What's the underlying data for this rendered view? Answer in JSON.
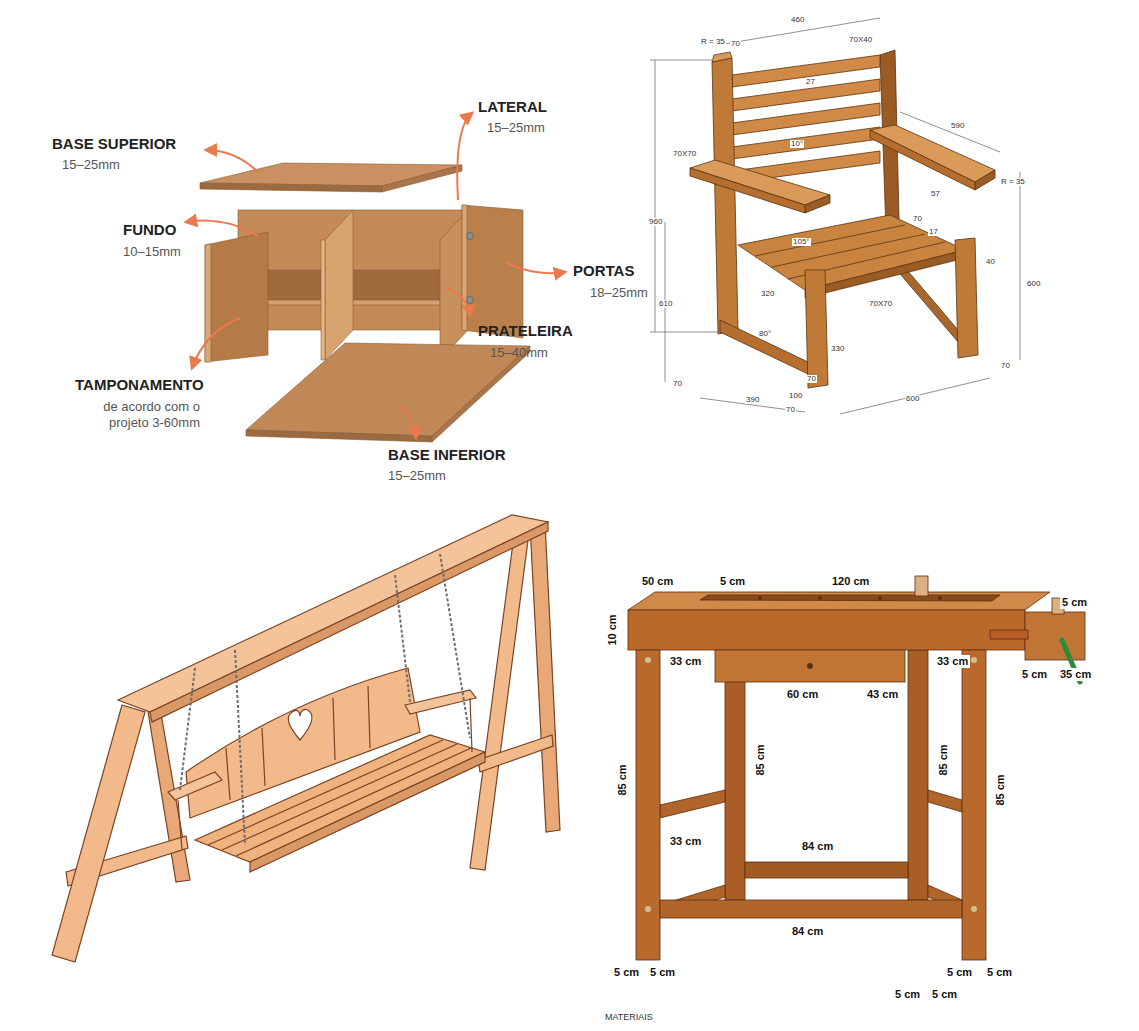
{
  "diagram": {
    "labels": [
      "BASE SUPERIOR",
      "15–25mm",
      "LATERAL",
      "15–25mm",
      "FUNDO",
      "10–15mm",
      "PORTAS",
      "18–25mm",
      "PRATELEIRA",
      "15–40mm",
      "TAMPONAMENTO",
      "de acordo com o projeto 3-60mm",
      "BASE INFERIOR",
      "15–25mm",
      "R = 35",
      "70",
      "460",
      "70X40",
      "27",
      "70X70",
      "960",
      "10°",
      "590",
      "57",
      "R = 35",
      "70",
      "17",
      "105°",
      "610",
      "320",
      "40",
      "600",
      "80°",
      "70X70",
      "330",
      "70",
      "390",
      "70",
      "100",
      "70",
      "600",
      "70",
      "50 cm",
      "5 cm",
      "120 cm",
      "5 cm",
      "10 cm",
      "33 cm",
      "60 cm",
      "43 cm",
      "33 cm",
      "5 cm",
      "35 cm",
      "85 cm",
      "85 cm",
      "85 cm",
      "85 cm",
      "33 cm",
      "84 cm",
      "84 cm",
      "5 cm",
      "5 cm",
      "5 cm",
      "5 cm",
      "5 cm",
      "5 cm",
      "MATERIAIS"
    ]
  }
}
